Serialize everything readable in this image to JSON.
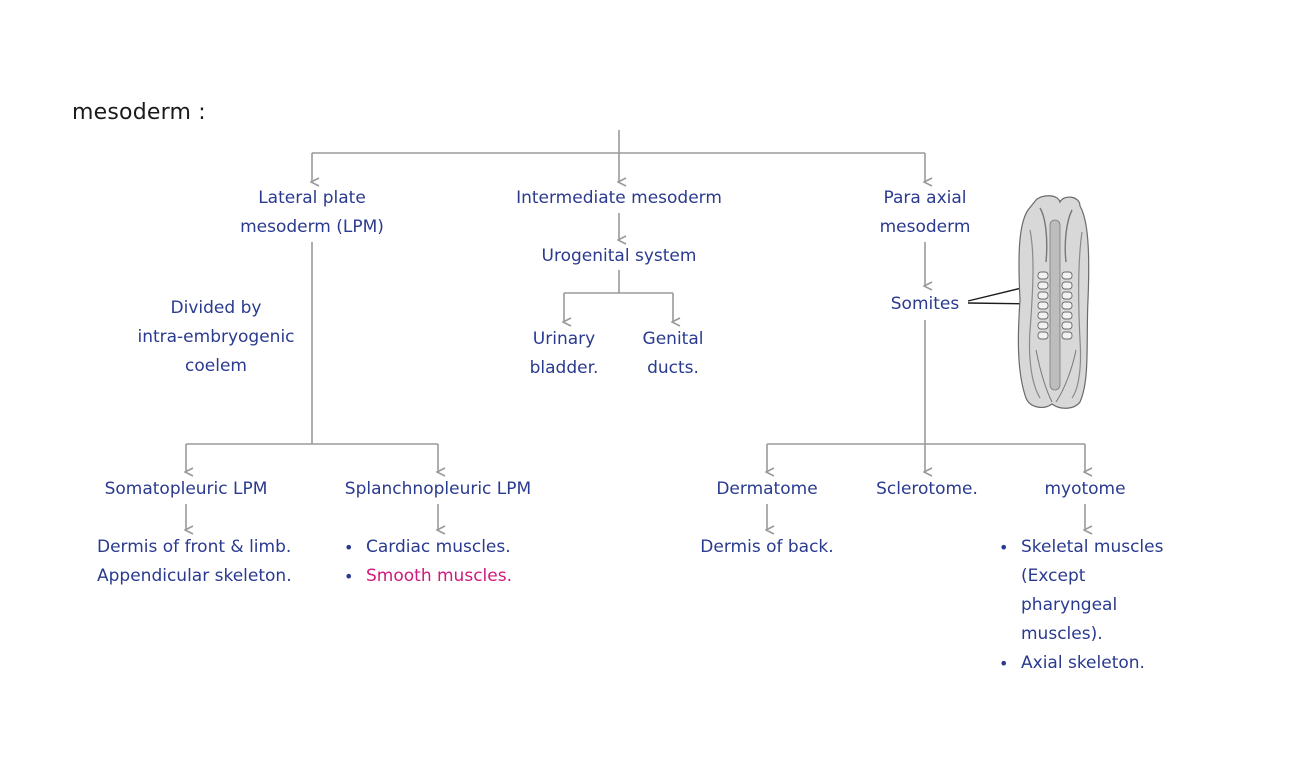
{
  "title": "mesoderm :",
  "colors": {
    "text": "#2a3a8f",
    "line": "#9a9a9a",
    "highlight": "#d0197a",
    "title": "#1b1b1b"
  },
  "nodes": {
    "lpm": [
      "Lateral plate",
      "mesoderm (LPM)"
    ],
    "intermediate": "Intermediate mesoderm",
    "paraaxial": [
      "Para axial",
      "mesoderm"
    ],
    "urogenital": "Urogenital system",
    "urinary": [
      "Urinary",
      "bladder."
    ],
    "genital": [
      "Genital",
      "ducts."
    ],
    "somites": "Somites",
    "divided": [
      "Divided by",
      "intra-embryogenic",
      "coelem"
    ],
    "somatopleuric": "Somatopleuric LPM",
    "splanchnopleuric": "Splanchnopleuric LPM",
    "dermatome": "Dermatome",
    "sclerotome": "Sclerotome.",
    "myotome": "myotome",
    "somato_derivs": [
      "Dermis of front & limb.",
      "Appendicular skeleton."
    ],
    "splanch_derivs": [
      "Cardiac muscles.",
      "Smooth muscles."
    ],
    "dermatome_deriv": "Dermis of back.",
    "myotome_derivs": [
      [
        "Skeletal muscles",
        "(Except",
        "pharyngeal",
        "muscles)."
      ],
      [
        "Axial skeleton."
      ]
    ]
  },
  "icons": {
    "embryo": "embryo-illustration-icon",
    "bullet": "bullet-dot-icon"
  }
}
